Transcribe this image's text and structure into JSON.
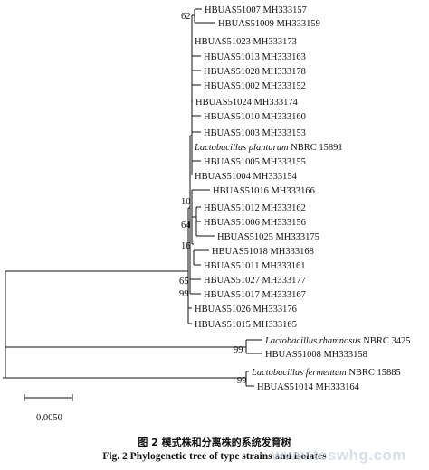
{
  "taxa": [
    {
      "label": "HBUAS51007 MH333157",
      "italic": "",
      "rest": ""
    },
    {
      "label": "HBUAS51009 MH333159",
      "italic": "",
      "rest": ""
    },
    {
      "label": "HBUAS51023 MH333173",
      "italic": "",
      "rest": ""
    },
    {
      "label": "HBUAS51013 MH333163",
      "italic": "",
      "rest": ""
    },
    {
      "label": "HBUAS51028 MH333178",
      "italic": "",
      "rest": ""
    },
    {
      "label": "HBUAS51002 MH333152",
      "italic": "",
      "rest": ""
    },
    {
      "label": "HBUAS51024 MH333174",
      "italic": "",
      "rest": ""
    },
    {
      "label": "HBUAS51010 MH333160",
      "italic": "",
      "rest": ""
    },
    {
      "label": "HBUAS51003 MH333153",
      "italic": "",
      "rest": ""
    },
    {
      "label": "",
      "italic": "Lactobacillus plantarum",
      "rest": " NBRC 15891"
    },
    {
      "label": "HBUAS51005 MH333155",
      "italic": "",
      "rest": ""
    },
    {
      "label": "HBUAS51004 MH333154",
      "italic": "",
      "rest": ""
    },
    {
      "label": "HBUAS51016 MH333166",
      "italic": "",
      "rest": ""
    },
    {
      "label": "HBUAS51012 MH333162",
      "italic": "",
      "rest": ""
    },
    {
      "label": "HBUAS51006 MH333156",
      "italic": "",
      "rest": ""
    },
    {
      "label": "HBUAS51025 MH333175",
      "italic": "",
      "rest": ""
    },
    {
      "label": "HBUAS51018 MH333168",
      "italic": "",
      "rest": ""
    },
    {
      "label": "HBUAS51011 MH333161",
      "italic": "",
      "rest": ""
    },
    {
      "label": "HBUAS51027 MH333177",
      "italic": "",
      "rest": ""
    },
    {
      "label": "HBUAS51017 MH333167",
      "italic": "",
      "rest": ""
    },
    {
      "label": "HBUAS51026 MH333176",
      "italic": "",
      "rest": ""
    },
    {
      "label": "HBUAS51015 MH333165",
      "italic": "",
      "rest": ""
    },
    {
      "label": "",
      "italic": "Lactobacillus rhamnosus",
      "rest": " NBRC 3425"
    },
    {
      "label": "HBUAS51008 MH333158",
      "italic": "",
      "rest": ""
    },
    {
      "label": "",
      "italic": "Lactobacillus fermentum",
      "rest": " NBRC 15885"
    },
    {
      "label": "HBUAS51014 MH333164",
      "italic": "",
      "rest": ""
    }
  ],
  "bootstrap": [
    "62",
    "10",
    "64",
    "16",
    "65",
    "99",
    "99",
    "99"
  ],
  "scale_bar": {
    "label": "0.0050"
  },
  "caption": {
    "cn": "图 2   模式株和分离株的系统发育树",
    "en": "Fig. 2    Phylogenetic tree of type strains and isolates"
  },
  "watermark": "www.tcswhg.com"
}
